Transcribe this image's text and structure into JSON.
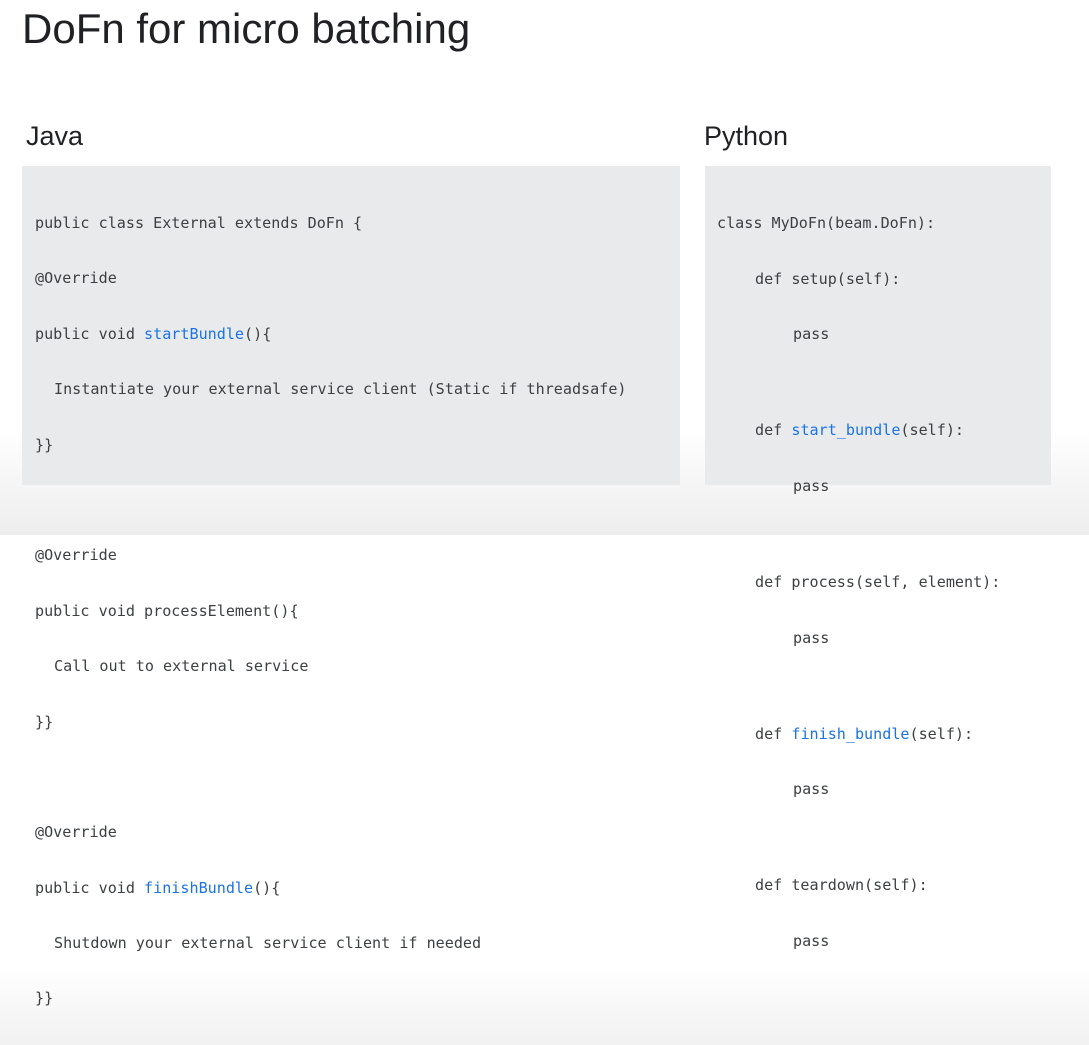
{
  "title": "DoFn for micro batching",
  "java": {
    "label": "Java",
    "lines": {
      "l1": "public class External extends DoFn {",
      "l2": "@Override",
      "l3_pre": "public void ",
      "l3_method": "startBundle",
      "l3_post": "(){",
      "l4": "Instantiate your external service client (Static if threadsafe)",
      "l5": "}}",
      "l6": "@Override",
      "l7": "public void processElement(){",
      "l8": "Call out to external service",
      "l9": "}}",
      "l10": "@Override",
      "l11_pre": "public void ",
      "l11_method": "finishBundle",
      "l11_post": "(){",
      "l12": "Shutdown your external service client if needed",
      "l13": "}}"
    }
  },
  "python": {
    "label": "Python",
    "lines": {
      "p1": "class MyDoFn(beam.DoFn):",
      "p2": "def setup(self):",
      "p3": "pass",
      "p4_pre": "def ",
      "p4_method": "start_bundle",
      "p4_post": "(self):",
      "p5": "pass",
      "p6": "def process(self, element):",
      "p7": "pass",
      "p8_pre": "def ",
      "p8_method": "finish_bundle",
      "p8_post": "(self):",
      "p9": "pass",
      "p10": "def teardown(self):",
      "p11": "pass"
    }
  },
  "colors": {
    "highlight": "#1a73e8",
    "code_background": "#e9eaeb",
    "code_text": "#3c4043"
  }
}
